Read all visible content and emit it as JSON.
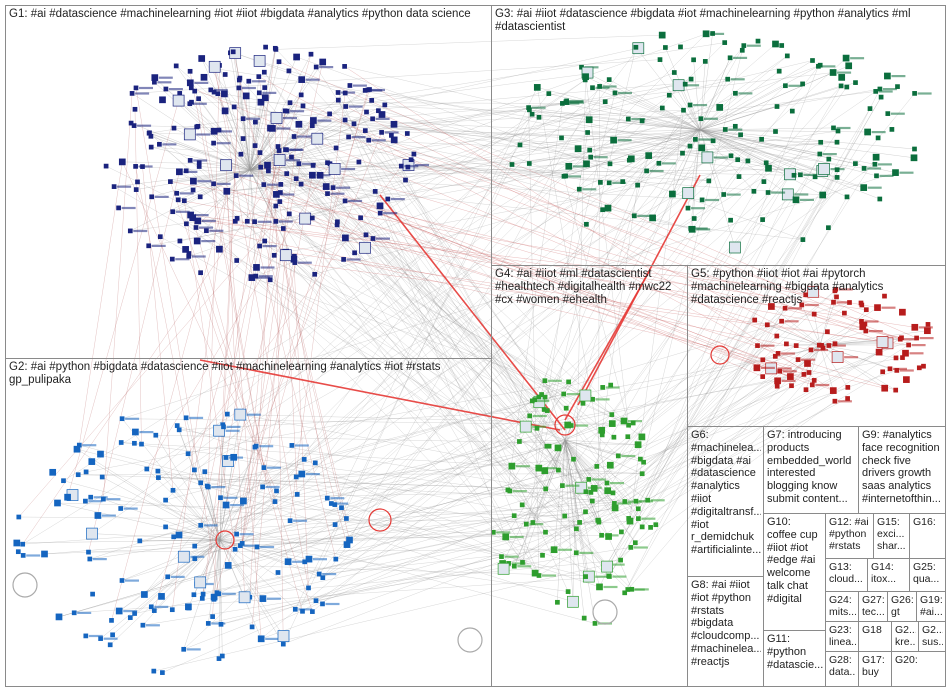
{
  "groups": [
    {
      "id": "G1",
      "label": "G1: #ai #datascience #machinelearning #iot #iiot #bigdata #analytics #python data science",
      "color": "#1a237e"
    },
    {
      "id": "G3",
      "label": "G3: #ai #iiot #datascience #bigdata #iot #machinelearning #python #analytics #ml #datascientist",
      "color": "#0b6e3d"
    },
    {
      "id": "G4",
      "label": "G4: #ai #iiot #ml #datascientist #healthtech #digitalhealth #mwc22 #cx #women #ehealth",
      "color": "#2e9e2e"
    },
    {
      "id": "G5",
      "label": "G5: #python #iiot #iot #ai #pytorch #machinelearning #bigdata #analytics #datascience #reactjs",
      "color": "#b71c1c"
    },
    {
      "id": "G2",
      "label": "G2: #ai #python #bigdata #datascience #iiot #machinelearning #analytics #iot #rstats gp_pulipaka",
      "color": "#1565c0"
    },
    {
      "id": "G6",
      "label": "G6: #machinelea... #bigdata #ai #datascience #analytics #iiot #digitaltransf... #iot r_demidchuk #artificialinte...",
      "color": "#555"
    },
    {
      "id": "G7",
      "label": "G7: introducing products embedded_world interested blogging know submit content...",
      "color": "#555"
    },
    {
      "id": "G9",
      "label": "G9: #analytics face recognition check five drivers growth saas analytics #internetofthin...",
      "color": "#555"
    },
    {
      "id": "G10",
      "label": "G10: coffee cup #iiot #iot #edge #ai welcome talk chat #digital",
      "color": "#555"
    },
    {
      "id": "G12",
      "label": "G12: #ai #python #rstats",
      "color": "#555"
    },
    {
      "id": "G15",
      "label": "G15: exci... shar...",
      "color": "#555"
    },
    {
      "id": "G16",
      "label": "G16:",
      "color": "#555"
    },
    {
      "id": "G13",
      "label": "G13: cloud...",
      "color": "#555"
    },
    {
      "id": "G14",
      "label": "G14: itox...",
      "color": "#555"
    },
    {
      "id": "G25",
      "label": "G25: qua...",
      "color": "#555"
    },
    {
      "id": "G8",
      "label": "G8: #ai #iiot #iot #python #rstats #bigdata #cloudcomp... #machinelea... #reactjs",
      "color": "#555"
    },
    {
      "id": "G24",
      "label": "G24: mits...",
      "color": "#555"
    },
    {
      "id": "G27",
      "label": "G27: tec...",
      "color": "#555"
    },
    {
      "id": "G26",
      "label": "G26: gt",
      "color": "#555"
    },
    {
      "id": "G19",
      "label": "G19: #ai...",
      "color": "#555"
    },
    {
      "id": "G23",
      "label": "G23: linea...",
      "color": "#555"
    },
    {
      "id": "G18",
      "label": "G18",
      "color": "#555"
    },
    {
      "id": "G21",
      "label": "G2... kre...",
      "color": "#555"
    },
    {
      "id": "G22",
      "label": "G2... sus...",
      "color": "#555"
    },
    {
      "id": "G11",
      "label": "G11: #python #datascie...",
      "color": "#555"
    },
    {
      "id": "G28",
      "label": "G28: data...",
      "color": "#555"
    },
    {
      "id": "G17",
      "label": "G17: buy",
      "color": "#555"
    },
    {
      "id": "G20",
      "label": "G20:",
      "color": "#555"
    }
  ]
}
